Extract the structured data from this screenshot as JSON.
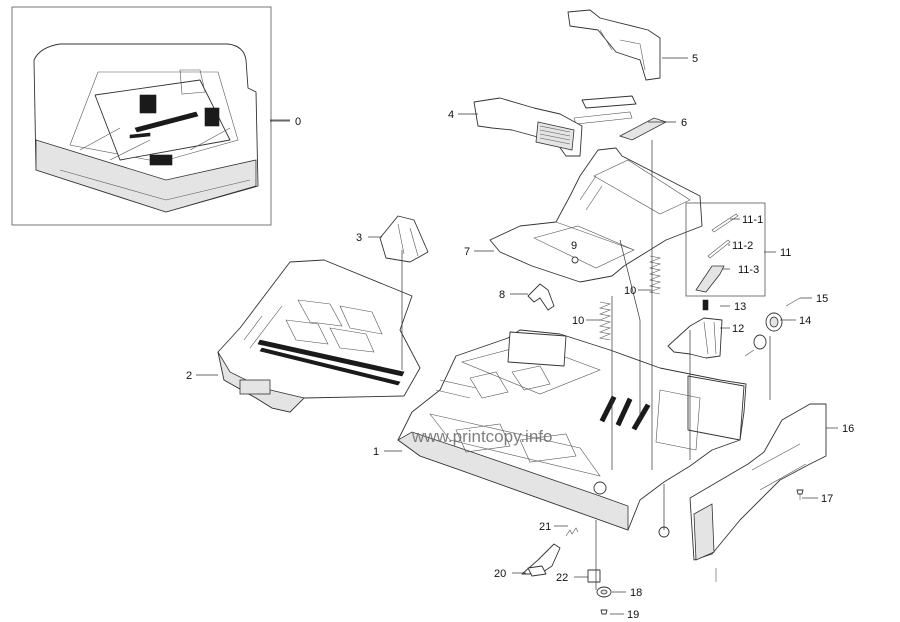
{
  "watermark": "www.printcopy.info",
  "labels": {
    "p0": "0",
    "p1": "1",
    "p2": "2",
    "p3": "3",
    "p4": "4",
    "p5": "5",
    "p6": "6",
    "p7": "7",
    "p8": "8",
    "p9": "9",
    "p10a": "10",
    "p10b": "10",
    "p11": "11",
    "p11_1": "11-1",
    "p11_2": "11-2",
    "p11_3": "11-3",
    "p12": "12",
    "p13": "13",
    "p14": "14",
    "p15": "15",
    "p16": "16",
    "p17": "17",
    "p18": "18",
    "p19": "19",
    "p20": "20",
    "p21": "21",
    "p22": "22"
  }
}
